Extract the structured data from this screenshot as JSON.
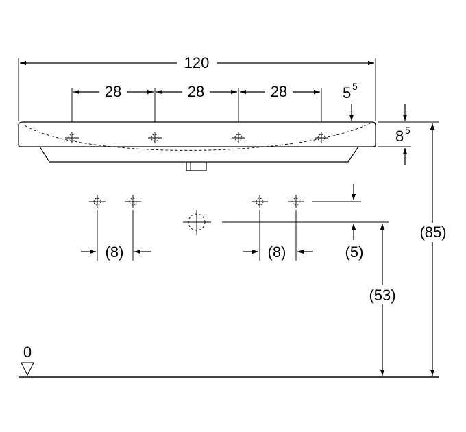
{
  "dimensions": {
    "overall_width": "120",
    "spacing_1": "28",
    "spacing_2": "28",
    "spacing_3": "28",
    "edge_offset_base": "5",
    "edge_offset_sup": "5",
    "rim_thickness_base": "8",
    "rim_thickness_sup": "5",
    "height_total": "(85)",
    "tap_spacing_left": "(8)",
    "tap_spacing_right": "(8)",
    "tap_drop": "(5)",
    "drain_height": "(53)",
    "floor_level": "0"
  }
}
